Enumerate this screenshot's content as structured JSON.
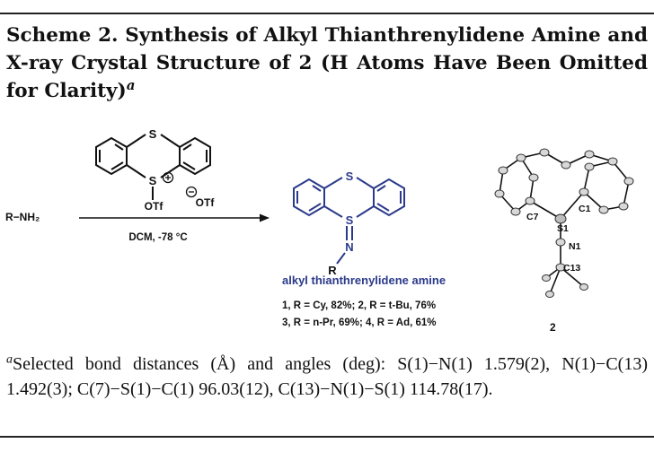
{
  "caption": {
    "line": "Scheme 2. Synthesis of Alkyl Thianthrenylidene Amine and X-ray Crystal Structure of 2 (H Atoms Have Been Omitted for Clarity)",
    "mark": "a"
  },
  "scheme": {
    "reactant": "R−NH₂",
    "conditions": "DCM, -78 °C",
    "reagent_otf": "OTf",
    "reagent_counter": "OTf",
    "s_label": "S",
    "n_label": "N",
    "r_label": "R",
    "product_name": "alkyl thianthrenylidene amine",
    "products_line1": "1, R = Cy, 82%; 2, R = t-Bu, 76%",
    "products_line2": "3, R = n-Pr, 69%; 4, R = Ad, 61%",
    "crystal_compound": "2",
    "atoms": {
      "c7": "C7",
      "s1": "S1",
      "c1": "C1",
      "n1": "N1",
      "c13": "C13"
    }
  },
  "footnote": {
    "mark": "a",
    "text": "Selected bond distances (Å) and angles (deg): S(1)−N(1) 1.579(2), N(1)−C(13) 1.492(3); C(7)−S(1)−C(1) 96.03(12), C(13)−N(1)−S(1) 114.78(17)."
  },
  "colors": {
    "product_structure": "#2b3a8a",
    "text": "#111111",
    "rule": "#222222"
  }
}
